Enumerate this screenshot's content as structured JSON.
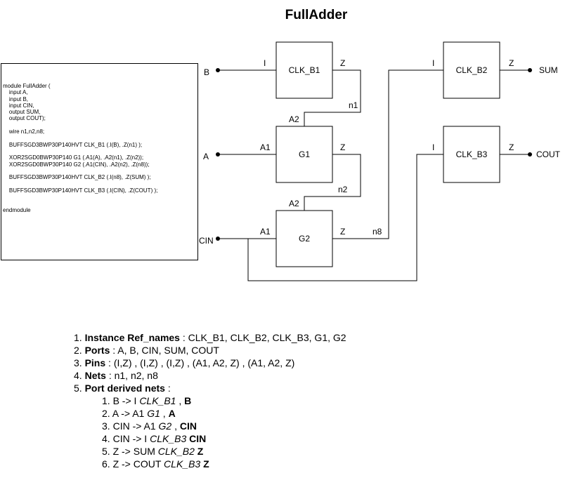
{
  "title": "FullAdder",
  "code_lines": [
    "module FullAdder (",
    "    input A,",
    "    input B,",
    "    input CIN,",
    "    output SUM,",
    "    output COUT);",
    "",
    "    wire n1,n2,n8;",
    "",
    "    BUFFSGD3BWP30P140HVT CLK_B1 (.I(B), .Z(n1) );",
    "",
    "    XOR2SGD0BWP30P140 G1 (.A1(A), .A2(n1), .Z(n2));",
    "    XOR2SGD0BWP30P140 G2 (.A1(CIN), .A2(n2), .Z(n8));",
    "",
    "    BUFFSGD3BWP30P140HVT CLK_B2 (.I(n8), .Z(SUM) );",
    "",
    "    BUFFSGD3BWP30P140HVT CLK_B3 (.I(CIN), .Z(COUT) );",
    "",
    "",
    "endmodule"
  ],
  "cells": {
    "clk_b1": {
      "name": "CLK_B1",
      "in": "I",
      "out": "Z"
    },
    "g1": {
      "name": "G1",
      "a1": "A1",
      "a2": "A2",
      "out": "Z"
    },
    "g2": {
      "name": "G2",
      "a1": "A1",
      "a2": "A2",
      "out": "Z"
    },
    "clk_b2": {
      "name": "CLK_B2",
      "in": "I",
      "out": "Z"
    },
    "clk_b3": {
      "name": "CLK_B3",
      "in": "I",
      "out": "Z"
    }
  },
  "ports": {
    "b": "B",
    "a": "A",
    "cin": "CIN",
    "sum": "SUM",
    "cout": "COUT"
  },
  "nets": {
    "n1": "n1",
    "n2": "n2",
    "n8": "n8"
  },
  "notes": [
    {
      "num": "1. ",
      "bold": "Instance Ref_names",
      "rest": " : CLK_B1, CLK_B2, CLK_B3, G1, G2"
    },
    {
      "num": "2. ",
      "bold": "Ports",
      "rest": " : A, B, CIN, SUM, COUT"
    },
    {
      "num": "3. ",
      "bold": "Pins",
      "rest": " : (I,Z) , (I,Z) , (I,Z) , (A1, A2, Z) , (A1, A2, Z)"
    },
    {
      "num": "4. ",
      "bold": "Nets",
      "rest": " : n1, n2, n8"
    },
    {
      "num": "5. ",
      "bold": "Port derived nets",
      "rest": " :"
    }
  ],
  "derived": [
    {
      "num": "1. ",
      "text": "B -> I ",
      "ital": "CLK_B1",
      "sep": " , ",
      "bold": "B"
    },
    {
      "num": "2. ",
      "text": "A -> A1 ",
      "ital": "G1",
      "sep": " , ",
      "bold": "A"
    },
    {
      "num": "3. ",
      "text": "CIN -> A1 ",
      "ital": "G2",
      "sep": " , ",
      "bold": "CIN"
    },
    {
      "num": "4. ",
      "text": "CIN -> I ",
      "ital": "CLK_B3",
      "sep": " ",
      "bold": "CIN"
    },
    {
      "num": "5. ",
      "text": "Z -> SUM ",
      "ital": "CLK_B2",
      "sep": " ",
      "bold": "Z"
    },
    {
      "num": "6. ",
      "text": "Z -> COUT ",
      "ital": "CLK_B3",
      "sep": " ",
      "bold": "Z"
    }
  ]
}
